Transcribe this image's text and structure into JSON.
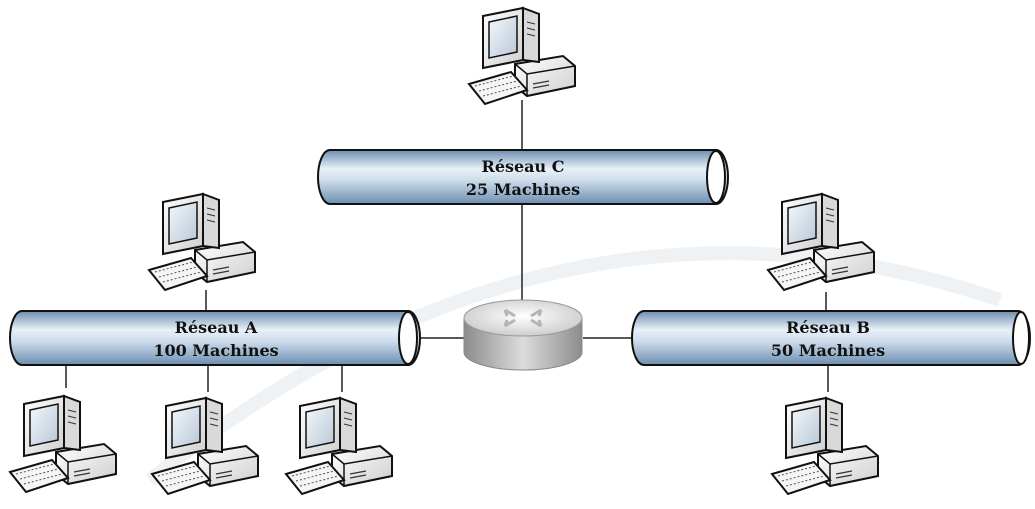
{
  "networks": {
    "a": {
      "name": "Réseau A",
      "machines": "100 Machines"
    },
    "b": {
      "name": "Réseau B",
      "machines": "50 Machines"
    },
    "c": {
      "name": "Réseau C",
      "machines": "25 Machines"
    }
  },
  "icons": {
    "computer": "desktop-computer-icon",
    "router": "router-icon"
  },
  "colors": {
    "bus_light": "#e9f1f8",
    "bus_mid": "#9fbad4",
    "bus_dark": "#6d8eb0",
    "line": "#222222",
    "router_light": "#f2f2f2",
    "router_dark": "#9a9a9a"
  }
}
